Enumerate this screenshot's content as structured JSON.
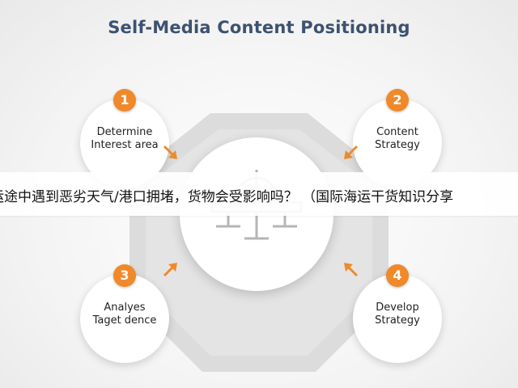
{
  "title": "Self-Media Content Positioning",
  "nodes": [
    {
      "number": "1",
      "label_line1": "Determine",
      "label_line2": "Interest area"
    },
    {
      "number": "2",
      "label_line1": "Content",
      "label_line2": "Strategy"
    },
    {
      "number": "3",
      "label_line1": "Analyes",
      "label_line2": "Taget dence"
    },
    {
      "number": "4",
      "label_line1": "Develop",
      "label_line2": "Strategy"
    }
  ],
  "banner_text": "运途中遇到恶劣天气/港口拥堵，货物会受影响吗？ （国际海运干货知识分享",
  "colors": {
    "accent": "#f0892a",
    "title": "#3c5270",
    "hub": "#d9d9d9"
  },
  "icons": {
    "center": "scales-icon",
    "arrow": "arrow-icon"
  }
}
